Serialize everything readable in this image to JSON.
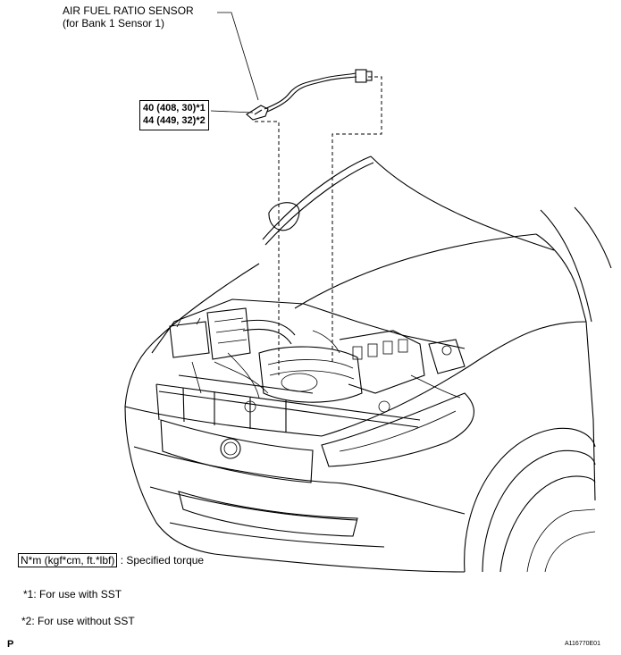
{
  "callout": {
    "sensor_name": "AIR FUEL RATIO SENSOR",
    "sensor_sub": "(for Bank 1 Sensor 1)"
  },
  "torque_box": {
    "line1": "40 (408, 30)*1",
    "line2": "44 (449, 32)*2"
  },
  "legend": {
    "unit_box": "N*m (kgf*cm, ft.*lbf)",
    "unit_desc": ": Specified torque",
    "note1": "*1: For use with SST",
    "note2": "*2: For use without SST"
  },
  "footer": {
    "left_mark": "P",
    "figure_id": "A116770E01"
  }
}
